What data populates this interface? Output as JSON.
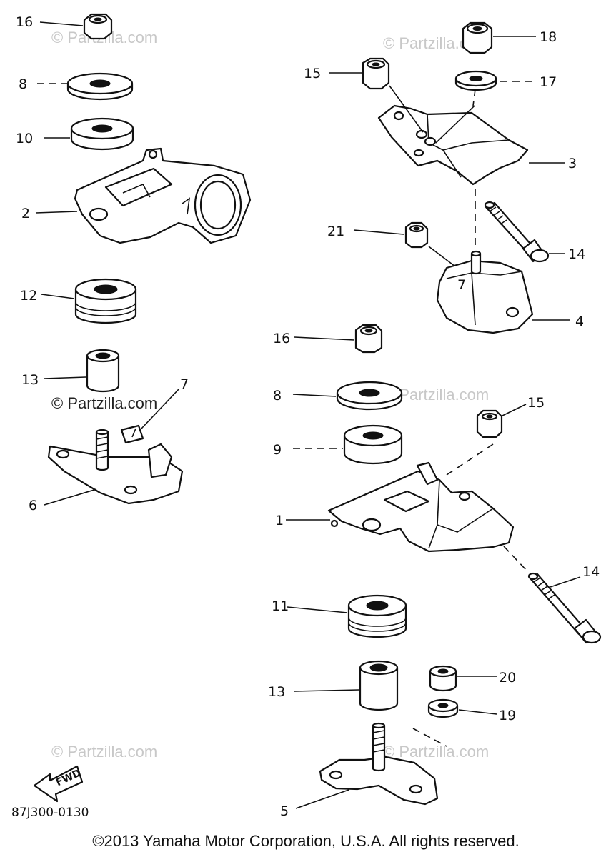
{
  "callouts": {
    "c16a": "16",
    "c8a": "8",
    "c10": "10",
    "c2": "2",
    "c12": "12",
    "c13a": "13",
    "c7": "7",
    "c6": "6",
    "c18": "18",
    "c15a": "15",
    "c17": "17",
    "c3": "3",
    "c21": "21",
    "c14a": "14",
    "c4": "4",
    "c16b": "16",
    "c8b": "8",
    "c9": "9",
    "c15b": "15",
    "c1": "1",
    "c14b": "14",
    "c11": "11",
    "c13b": "13",
    "c20": "20",
    "c19": "19",
    "c5": "5"
  },
  "watermark": {
    "text": "© Partzilla.com"
  },
  "fwd_label": "FWD",
  "diagram_code": "87J300-0130",
  "copyright": "©2013 Yamaha Motor Corporation, U.S.A. All rights reserved."
}
